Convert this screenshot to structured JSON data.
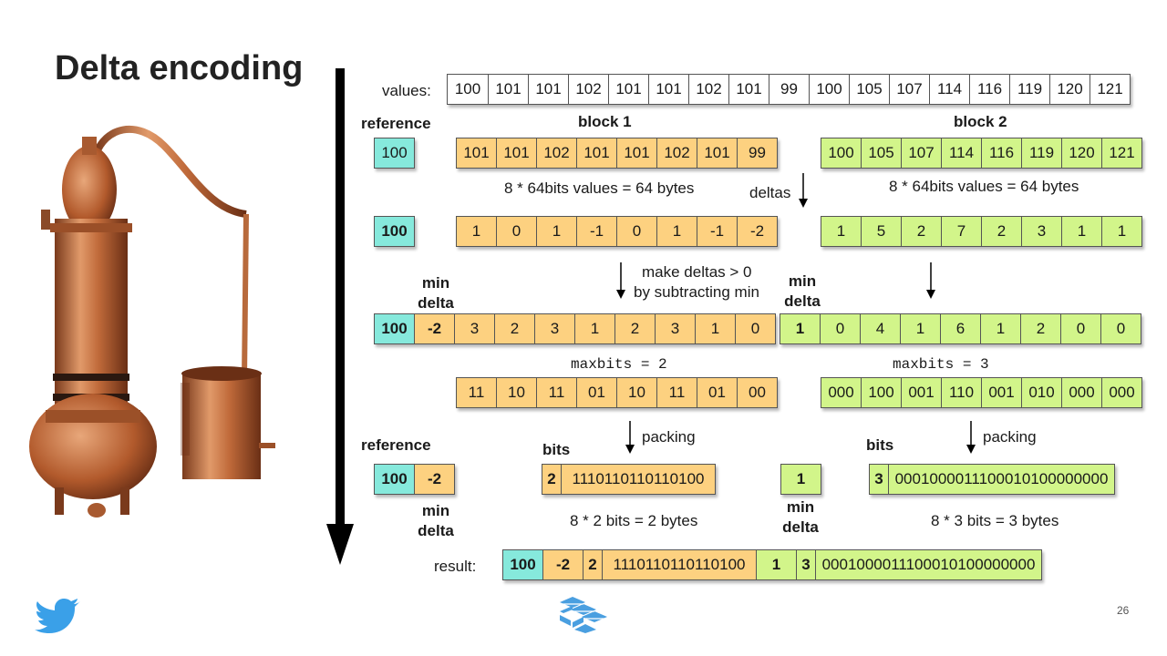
{
  "slide": {
    "title": "Delta encoding",
    "page_number": "26"
  },
  "labels": {
    "values": "values:",
    "reference_top": "reference",
    "block1": "block 1",
    "block2": "block 2",
    "size1": "8 * 64bits values = 64 bytes",
    "size2": "8 * 64bits values = 64 bytes",
    "deltas": "deltas",
    "make_deltas_1": "make deltas > 0",
    "make_deltas_2": "by subtracting min",
    "min_delta_a": "min\ndelta",
    "min_delta_b": "min\ndelta",
    "maxbits1": "maxbits = 2",
    "maxbits2": "maxbits = 3",
    "packing1": "packing",
    "packing2": "packing",
    "reference_bottom": "reference",
    "bits1": "bits",
    "bits2": "bits",
    "min_delta_c": "min\ndelta",
    "min_delta_d": "min\ndelta",
    "bytes1": "8 * 2 bits = 2 bytes",
    "bytes2": "8 * 3 bits = 3 bytes",
    "result": "result:"
  },
  "rows": {
    "values": [
      "100",
      "101",
      "101",
      "102",
      "101",
      "101",
      "102",
      "101",
      "99",
      "100",
      "105",
      "107",
      "114",
      "116",
      "119",
      "120",
      "121"
    ],
    "ref1": [
      "100"
    ],
    "block1": [
      "101",
      "101",
      "102",
      "101",
      "101",
      "102",
      "101",
      "99"
    ],
    "block2": [
      "100",
      "105",
      "107",
      "114",
      "116",
      "119",
      "120",
      "121"
    ],
    "ref2": [
      "100"
    ],
    "deltas1": [
      "1",
      "0",
      "1",
      "-1",
      "0",
      "1",
      "-1",
      "-2"
    ],
    "deltas2": [
      "1",
      "5",
      "2",
      "7",
      "2",
      "3",
      "1",
      "1"
    ],
    "adjusted1": [
      "100",
      "-2",
      "3",
      "2",
      "3",
      "1",
      "2",
      "3",
      "1",
      "0"
    ],
    "adjusted2": [
      "1",
      "0",
      "4",
      "1",
      "6",
      "1",
      "2",
      "0",
      "0"
    ],
    "bin1": [
      "11",
      "10",
      "11",
      "01",
      "10",
      "11",
      "01",
      "00"
    ],
    "bin2": [
      "000",
      "100",
      "001",
      "110",
      "001",
      "010",
      "000",
      "000"
    ],
    "header1": [
      "100",
      "-2"
    ],
    "packed1": [
      "2",
      "1110110110110100"
    ],
    "header2": [
      "1"
    ],
    "packed2": [
      "3",
      "0001000011100010100000000"
    ],
    "result": [
      "100",
      "-2",
      "2",
      "1110110110110100",
      "1",
      "3",
      "0001000011100010100000000"
    ]
  }
}
